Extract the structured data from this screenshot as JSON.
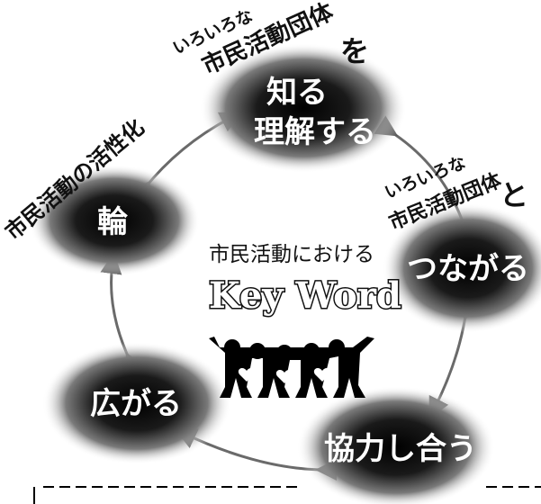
{
  "nodes": {
    "know": {
      "line1": "知る",
      "line2": "理解する"
    },
    "connect": {
      "label": "つながる"
    },
    "cooperate": {
      "label": "協力し合う"
    },
    "spread": {
      "label": "広がる"
    },
    "circle": {
      "label": "輪"
    }
  },
  "labels": {
    "top_small": "いろいろな",
    "top_main": "市民活動団体",
    "top_particle": "を",
    "right_small": "いろいろな",
    "right_main": "市民活動団体",
    "right_particle": "と",
    "left_main": "市民活動の活性化"
  },
  "center": {
    "subtitle": "市民活動における",
    "title": "Key Word"
  }
}
